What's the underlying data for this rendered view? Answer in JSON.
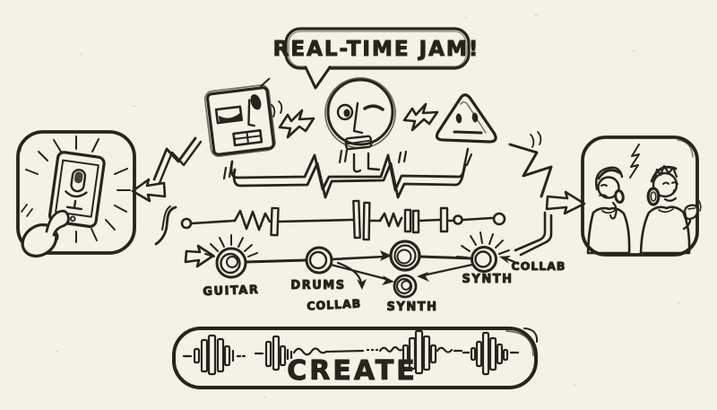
{
  "colors": {
    "paper": "#f4f1e7",
    "ink": "#27231d"
  },
  "speech_bubble": {
    "text": "REAL-TIME JAM!"
  },
  "mixer": {
    "knob_labels": {
      "guitar": "GUITAR",
      "drums": "DRUMS",
      "synth_small": "SYNTH",
      "synth_glow": "SYNTH"
    },
    "collab_left": "COLLAB",
    "collab_right": "COLLAB"
  },
  "footer": {
    "create": "CREATE"
  },
  "icons": {
    "robot-face-icon": "square sketched face",
    "human-face-icon": "round sketched face",
    "triangle-face-icon": "triangle sketched face",
    "lightning-arrow-icon": "jagged hand-drawn connector arrow",
    "tablet-icon": "hand holding tablet",
    "microphone-icon": "microphone on tablet screen",
    "headphones-icon": "listener wearing headphones",
    "knob-icon": "rotary mixer knob",
    "waveform-icon": "audio waveform bars",
    "ekg-line-icon": "heartbeat signal line",
    "circuit-line-icon": "resistor-capacitor signal line"
  }
}
